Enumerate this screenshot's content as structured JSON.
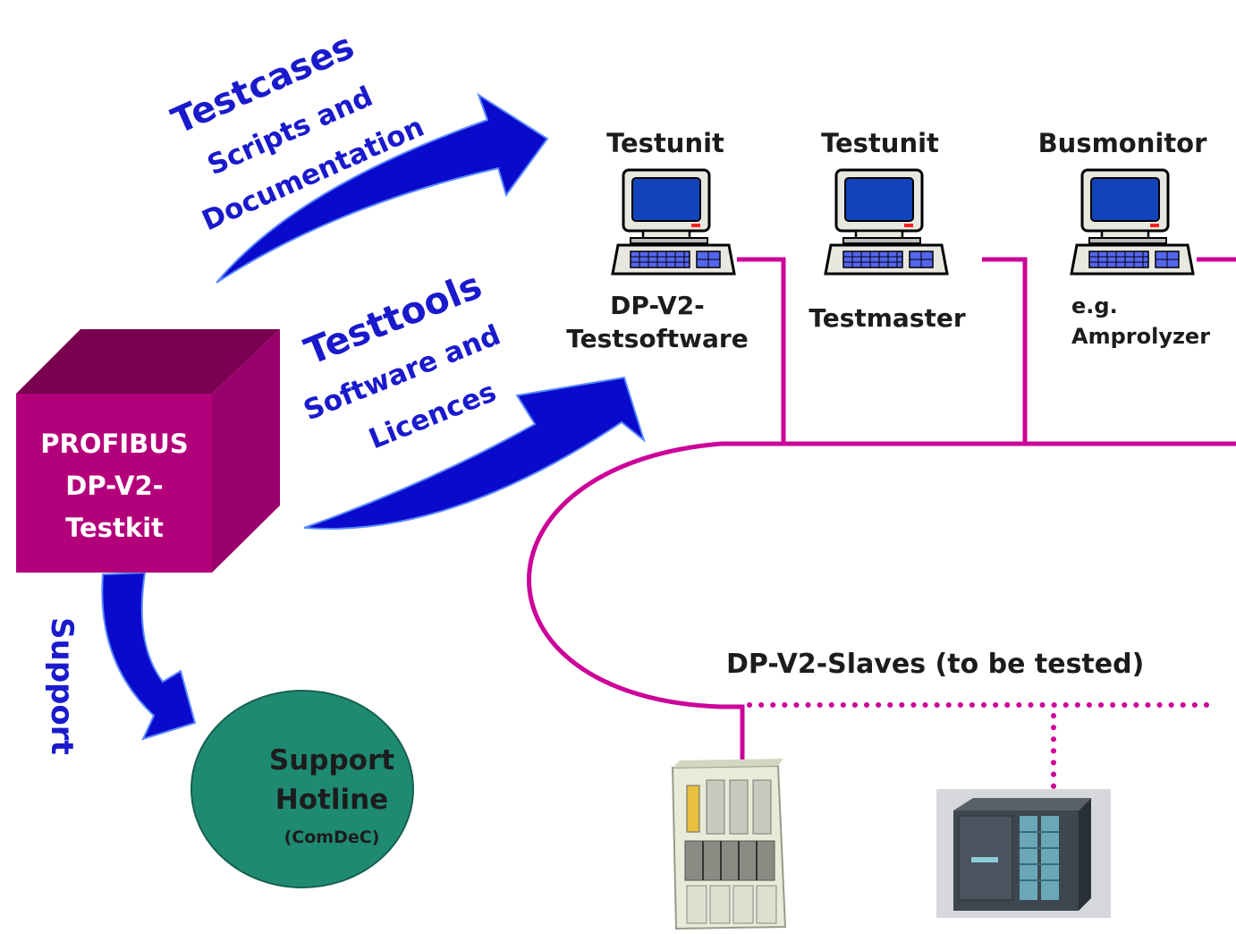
{
  "arrows": {
    "testcases": {
      "title": "Testcases",
      "line1": "Scripts and",
      "line2": "Documentation"
    },
    "testtools": {
      "title": "Testtools",
      "line1": "Software and",
      "line2": "Licences"
    },
    "support": {
      "label": "Support"
    }
  },
  "testkit": {
    "line1": "PROFIBUS",
    "line2": "DP-V2-",
    "line3": "Testkit"
  },
  "hotline": {
    "line1": "Support",
    "line2": "Hotline",
    "line3": "(ComDeC)"
  },
  "computers": [
    {
      "title": "Testunit",
      "caption1": "DP-V2-",
      "caption2": "Testsoftware"
    },
    {
      "title": "Testunit",
      "caption1": "Testmaster",
      "caption2": ""
    },
    {
      "title": "Busmonitor",
      "caption1": "e.g.",
      "caption2": "Amprolyzer"
    }
  ],
  "slaves": {
    "label": "DP-V2-Slaves (to be tested)"
  },
  "colors": {
    "arrow": "#0a0acc",
    "bus": "#cc0099",
    "cube_front": "#b3007a",
    "cube_top": "#7a0052",
    "cube_side": "#99006b",
    "hotline": "#1f8a72"
  }
}
